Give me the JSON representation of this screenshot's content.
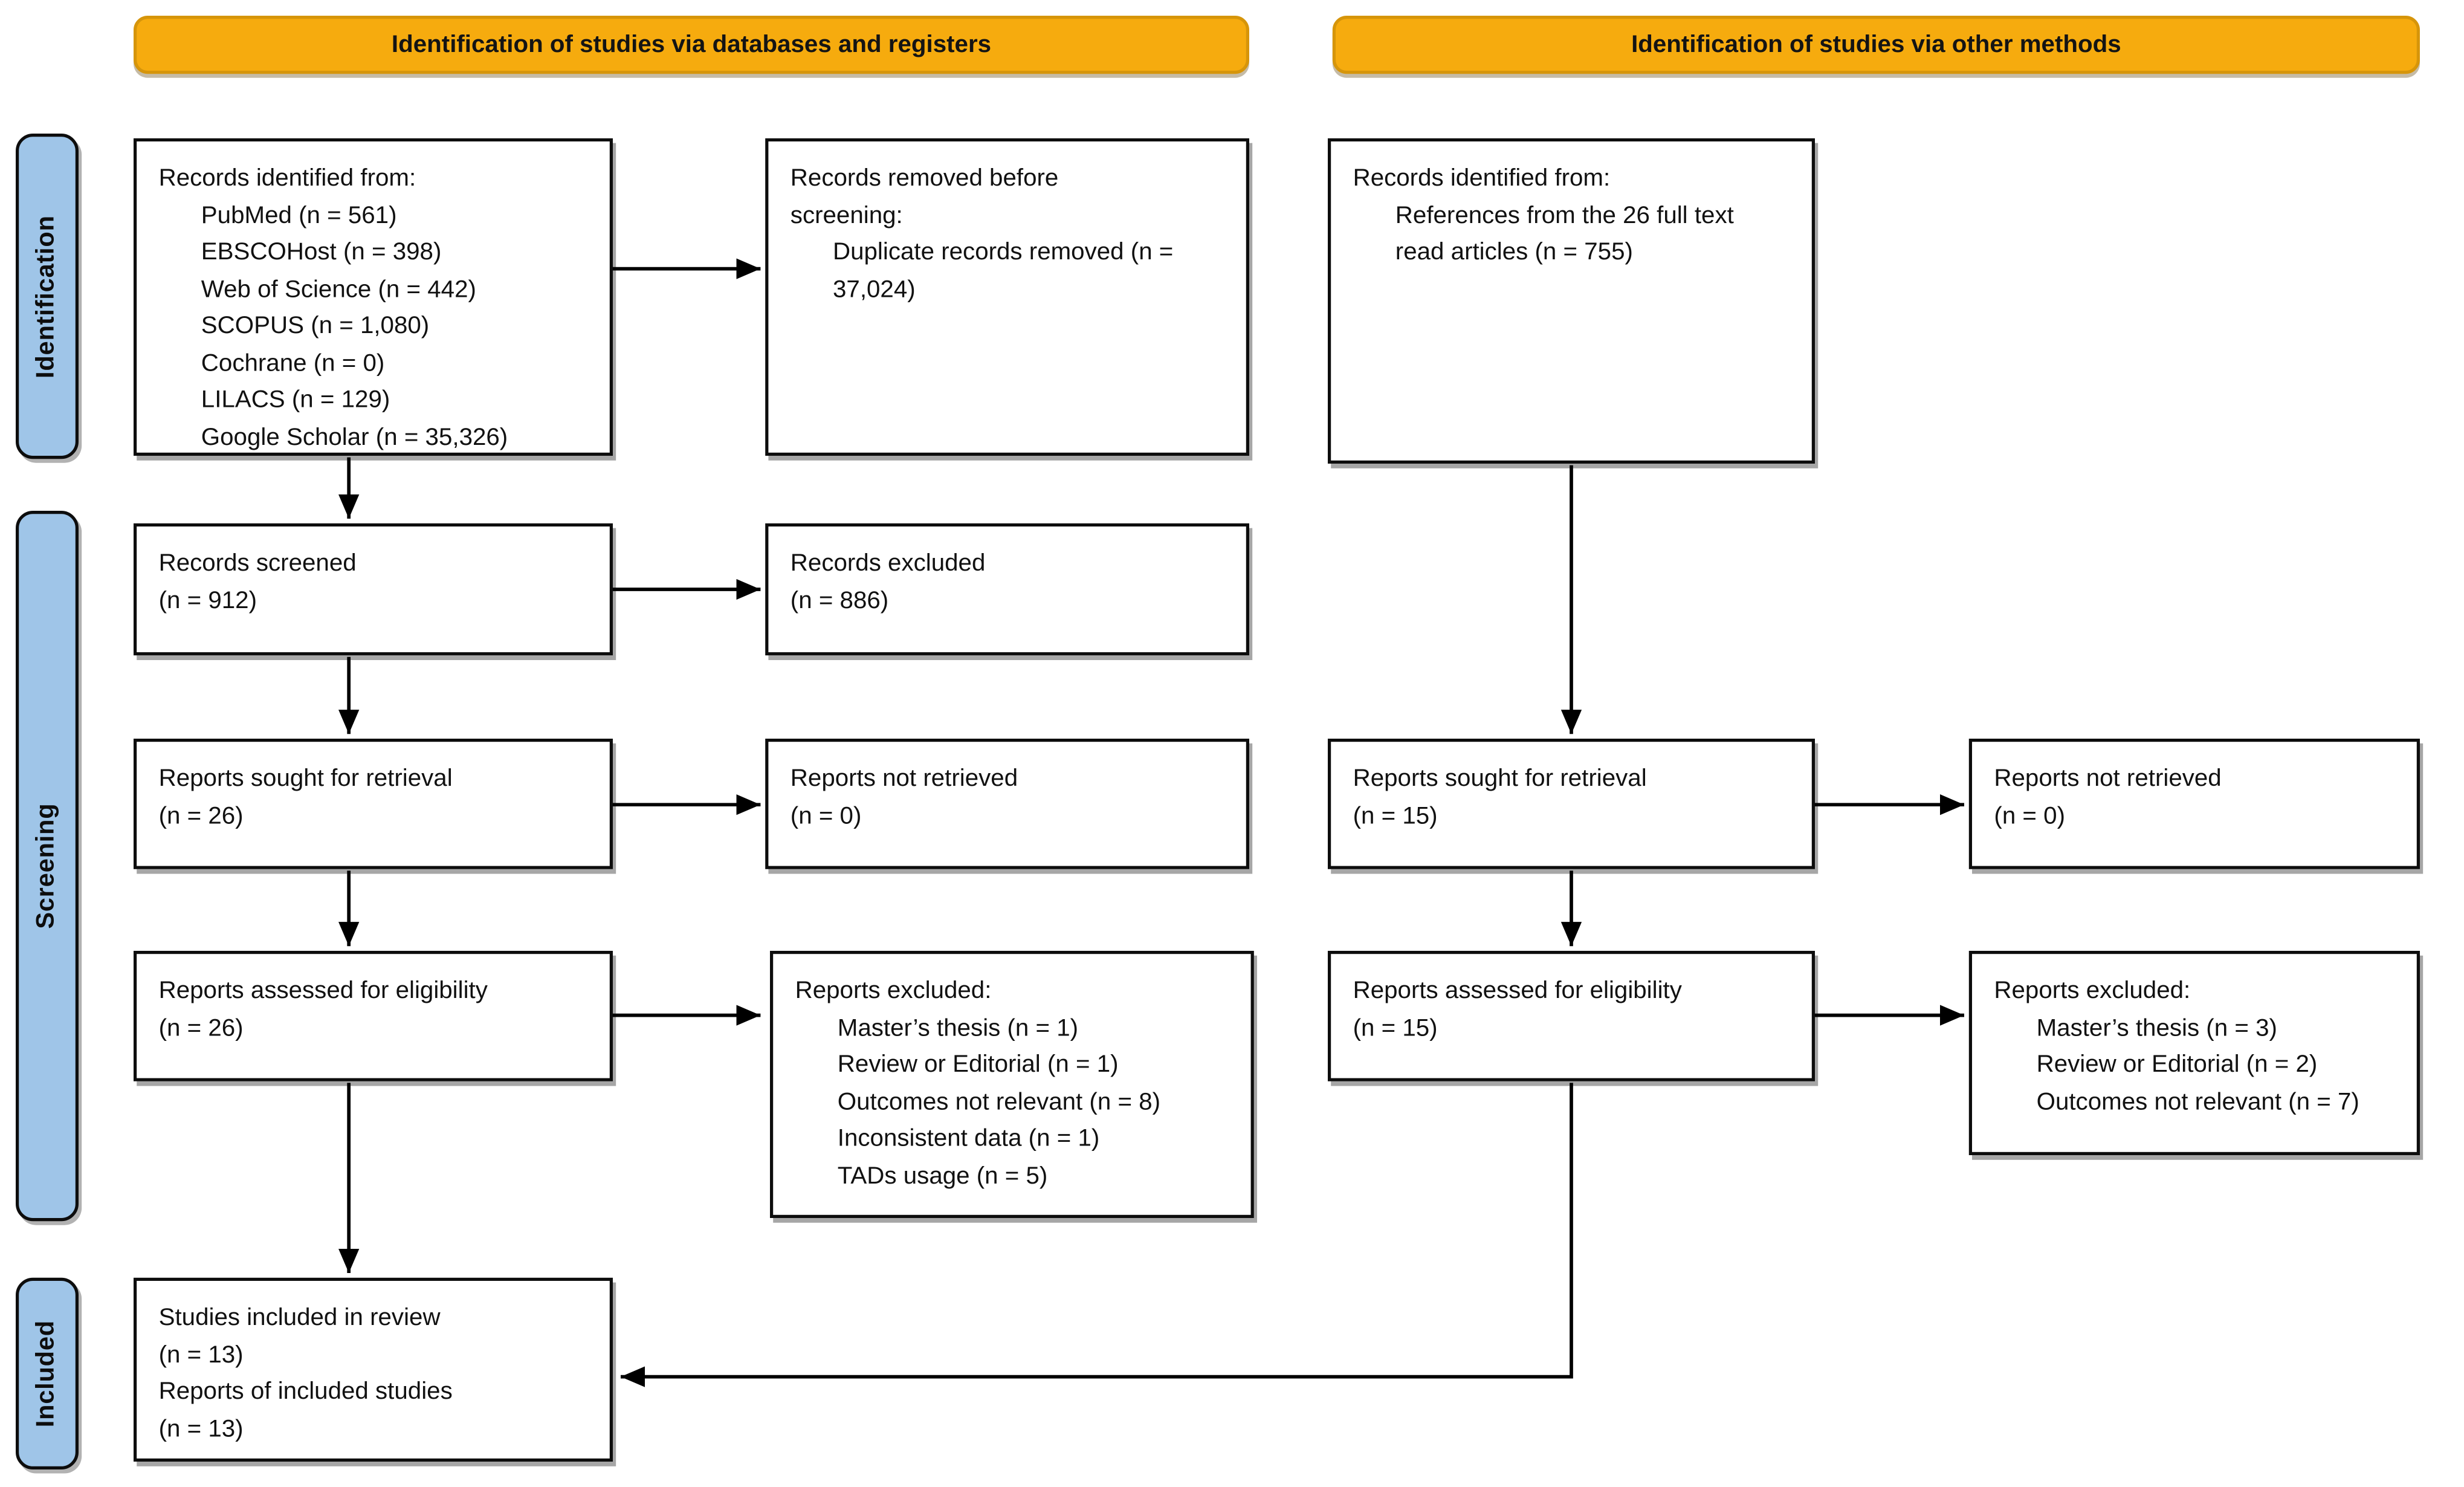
{
  "banners": {
    "databases": "Identification of studies via databases and registers",
    "other_methods": "Identification of studies via other methods"
  },
  "sidebar": {
    "identification": "Identification",
    "screening": "Screening",
    "included": "Included"
  },
  "boxes": {
    "records_identified_databases": {
      "lines": [
        "Records identified from:",
        "PubMed (n = 561)",
        "EBSCOHost (n = 398)",
        "Web of Science (n = 442)",
        "SCOPUS (n = 1,080)",
        "Cochrane (n = 0)",
        "LILACS (n = 129)",
        "Google Scholar (n = 35,326)"
      ]
    },
    "records_removed": {
      "lines": [
        "Records removed before",
        "screening:",
        "Duplicate records removed (n =",
        "37,024)"
      ]
    },
    "records_identified_other": {
      "lines": [
        "Records identified from:",
        "References from the 26 full text",
        "read articles (n = 755)"
      ]
    },
    "records_screened": {
      "lines": [
        "Records screened",
        "(n = 912)"
      ]
    },
    "records_excluded": {
      "lines": [
        "Records excluded",
        "(n = 886)"
      ]
    },
    "reports_sought_databases": {
      "lines": [
        "Reports sought for retrieval",
        "(n = 26)"
      ]
    },
    "reports_not_retrieved_databases": {
      "lines": [
        "Reports not retrieved",
        "(n = 0)"
      ]
    },
    "reports_sought_other": {
      "lines": [
        "Reports sought for retrieval",
        "(n = 15)"
      ]
    },
    "reports_not_retrieved_other": {
      "lines": [
        "Reports not retrieved",
        "(n = 0)"
      ]
    },
    "reports_assessed_databases": {
      "lines": [
        "Reports assessed for eligibility",
        "(n = 26)"
      ]
    },
    "reports_excluded_databases": {
      "lines": [
        "Reports excluded:",
        "Master’s thesis (n = 1)",
        "Review or Editorial (n = 1)",
        "Outcomes not relevant (n = 8)",
        "Inconsistent data (n = 1)",
        "TADs usage (n = 5)"
      ]
    },
    "reports_assessed_other": {
      "lines": [
        "Reports assessed for eligibility",
        "(n = 15)"
      ]
    },
    "reports_excluded_other": {
      "lines": [
        "Reports excluded:",
        "Master’s thesis (n = 3)",
        "Review or Editorial (n = 2)",
        "Outcomes not relevant (n = 7)"
      ]
    },
    "studies_included": {
      "lines": [
        "Studies included in review",
        "(n = 13)",
        "Reports of included studies",
        "(n = 13)"
      ]
    }
  },
  "colors": {
    "banner_fill": "#F6AB0E",
    "banner_border": "#D6950A",
    "sidebar_fill": "#9FC5E8",
    "box_border": "#0D0D0D",
    "arrow": "#000000"
  }
}
